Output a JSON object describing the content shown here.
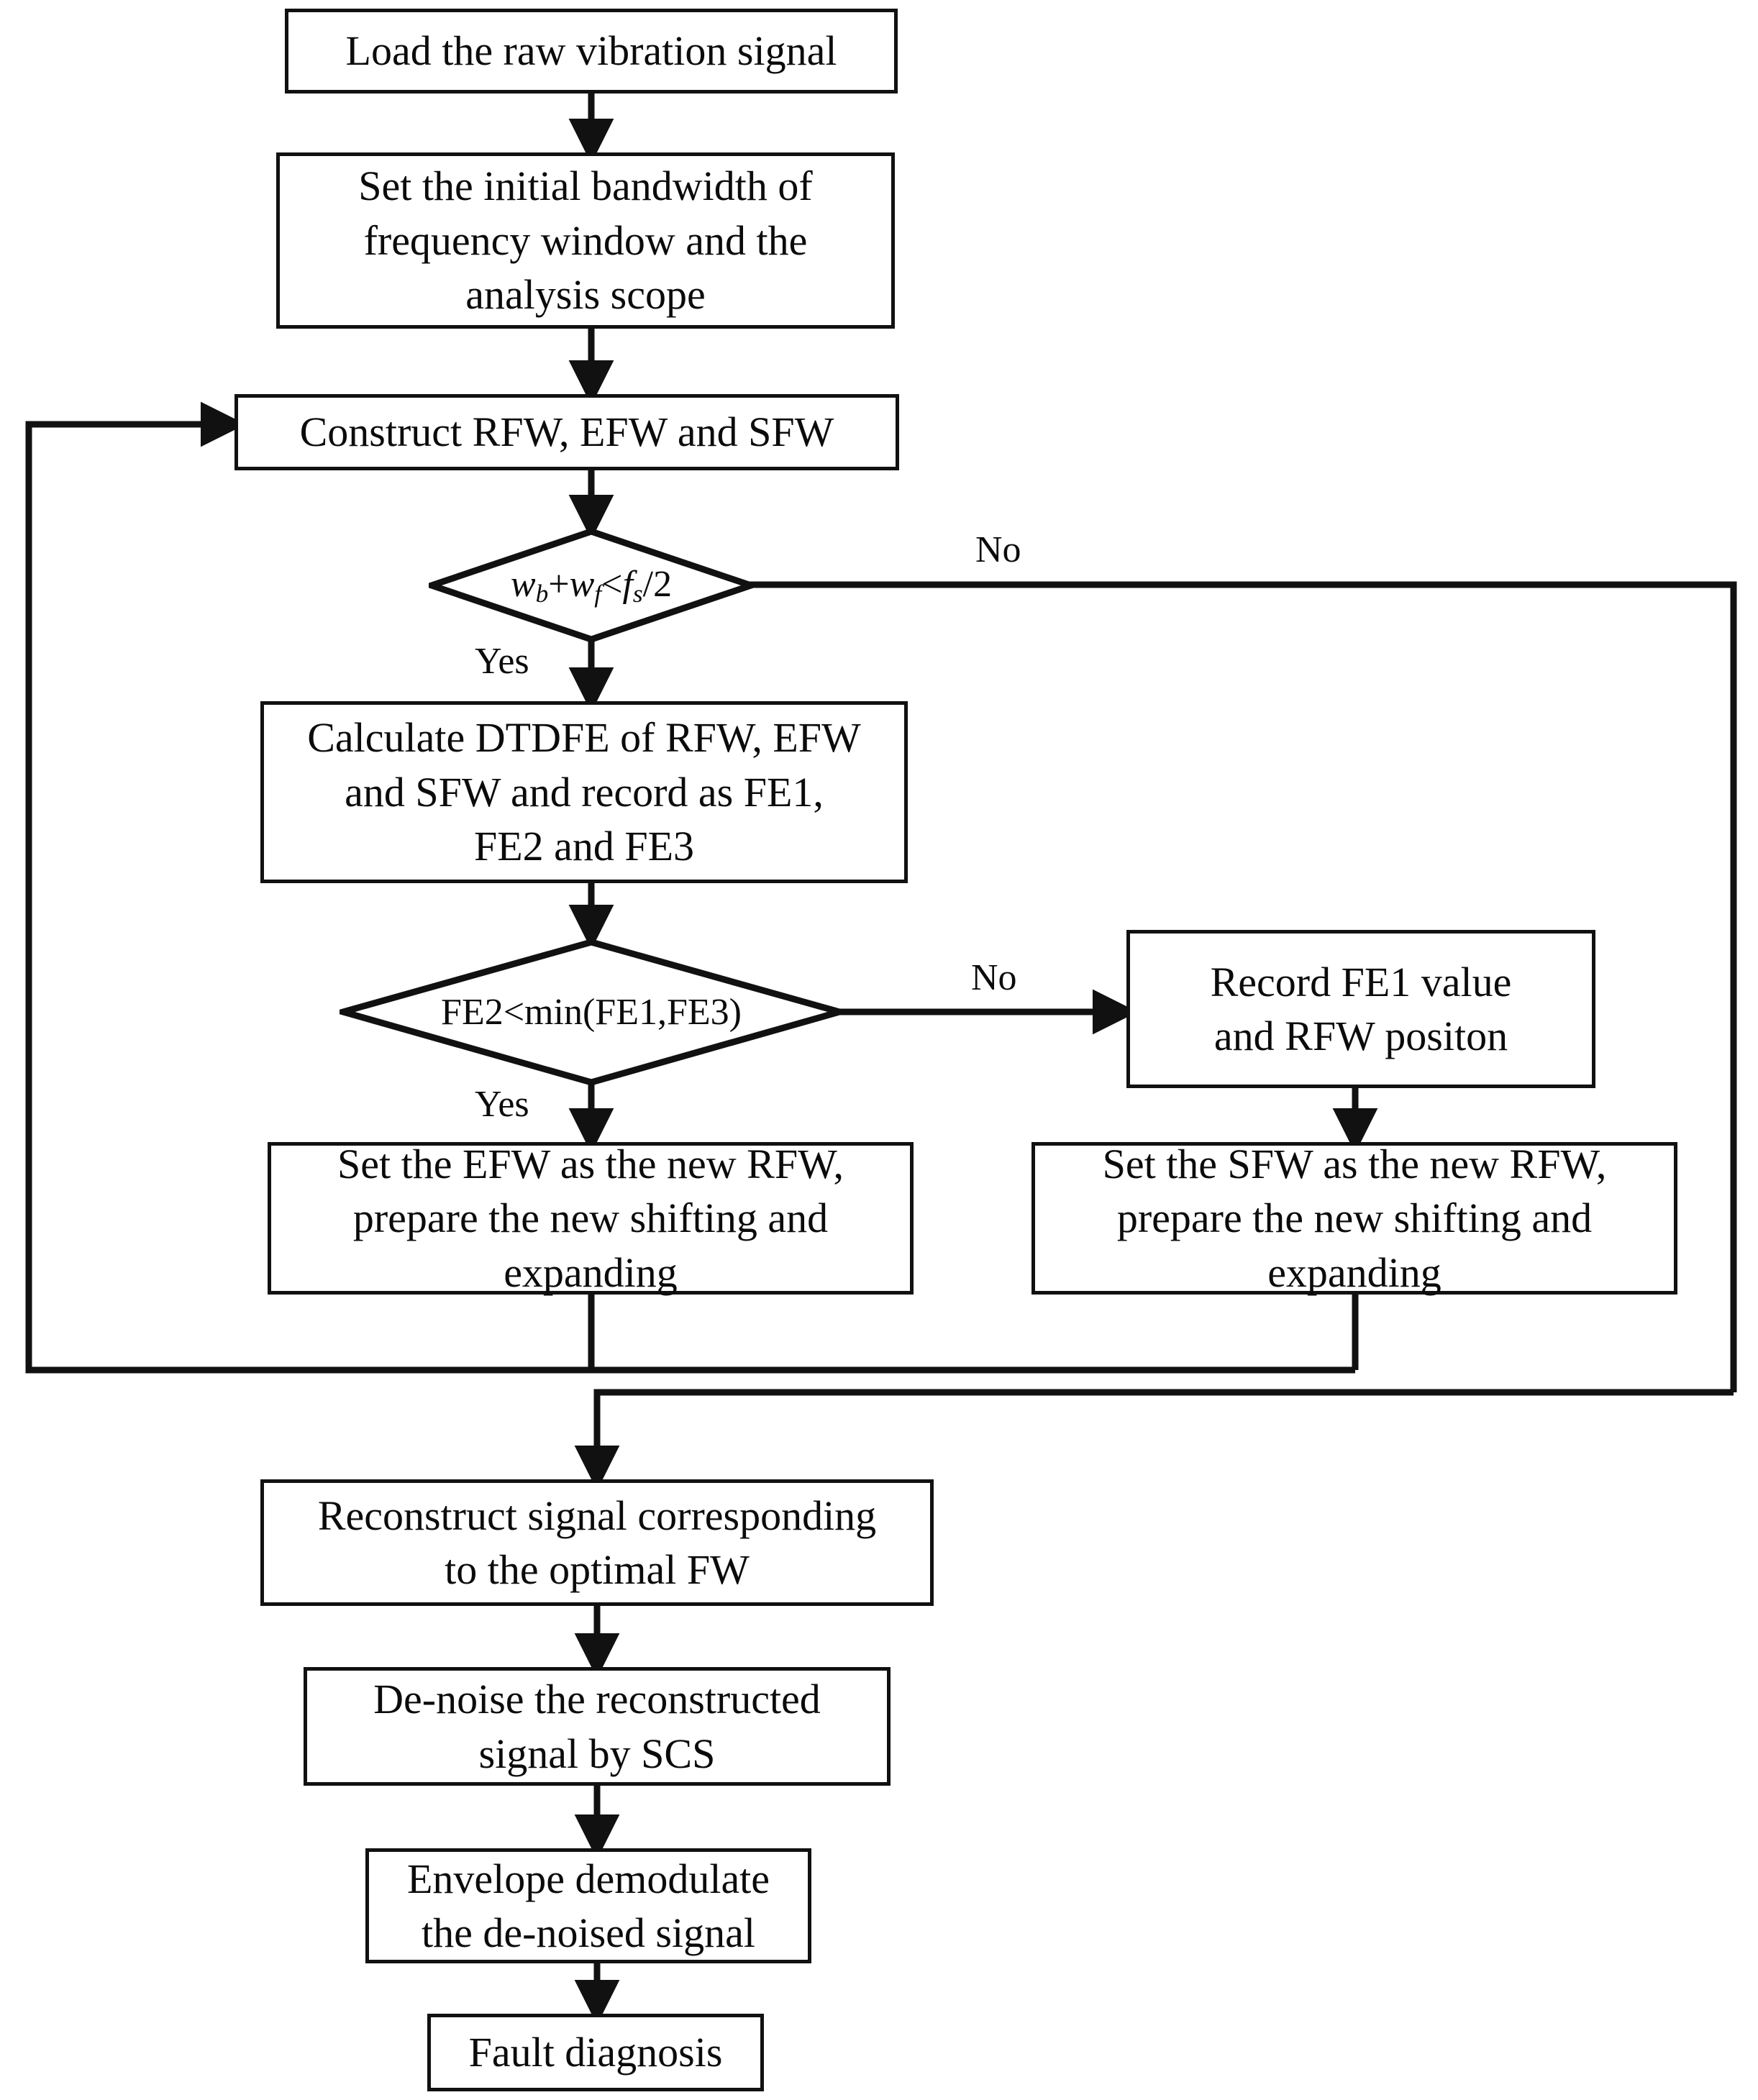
{
  "diagram": {
    "title": "Fault diagnosis flowchart",
    "type": "flowchart",
    "stroke_color": "#111111",
    "background_color": "#ffffff",
    "text_color": "#0b0b0b"
  },
  "nodes": {
    "load_signal": "Load the raw vibration signal",
    "set_bandwidth": "Set the initial bandwidth of\nfrequency window and the\nanalysis scope",
    "construct_fw": "Construct RFW, EFW and SFW",
    "decision_bandwidth": "wb+wf<fs/2",
    "decision_bandwidth_parts": {
      "w1": "w",
      "w1sub": "b",
      "plus": "+",
      "w2": "w",
      "w2sub": "f",
      "lt": "<",
      "f": "f",
      "fsub": "s",
      "div2": "/2"
    },
    "calculate_dtdfe": "Calculate DTDFE of RFW, EFW\nand SFW and record as FE1,\nFE2 and FE3",
    "decision_fe": "FE2<min(FE1,FE3)",
    "record_fe1": "Record FE1 value\nand RFW positon",
    "set_efw": "Set the EFW as the new RFW,\nprepare the new shifting and\nexpanding",
    "set_sfw": "Set the SFW as the new RFW,\nprepare the new shifting and\nexpanding",
    "reconstruct": "Reconstruct signal corresponding\nto the optimal FW",
    "denoise": "De-noise the reconstructed\nsignal by SCS",
    "envelope": "Envelope demodulate\nthe de-noised signal",
    "fault_diagnosis": "Fault diagnosis"
  },
  "edge_labels": {
    "no_bandwidth": "No",
    "yes_bandwidth": "Yes",
    "no_fe": "No",
    "yes_fe": "Yes"
  }
}
